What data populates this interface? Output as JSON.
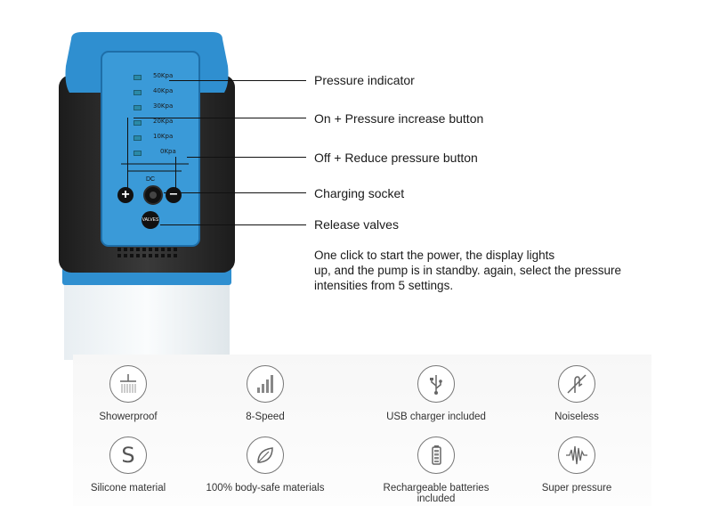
{
  "device": {
    "scale": [
      "50Kpa",
      "40Kpa",
      "30Kpa",
      "20Kpa",
      "10Kpa",
      "0Kpa"
    ],
    "dc_label": "DC",
    "plus_symbol": "+",
    "minus_symbol": "−",
    "valves_label": "VALVES"
  },
  "callouts": [
    "Pressure indicator",
    "On + Pressure increase button",
    "Off + Reduce pressure button",
    "Charging socket",
    "Release valves"
  ],
  "description": [
    "One click to start the power, the display lights",
    "up, and the pump is in standby. again, select the pressure",
    "intensities from 5 settings."
  ],
  "features": [
    {
      "label": "Showerproof",
      "icon": "shower-icon"
    },
    {
      "label": "8-Speed",
      "icon": "speed-bars-icon"
    },
    {
      "label": "USB charger included",
      "icon": "usb-icon"
    },
    {
      "label": "Noiseless",
      "icon": "noiseless-icon"
    },
    {
      "label": "Silicone material",
      "icon": "silicone-s-icon"
    },
    {
      "label": "100% body-safe materials",
      "icon": "leaf-icon"
    },
    {
      "label": "Rechargeable batteries included",
      "icon": "battery-icon"
    },
    {
      "label": "Super pressure",
      "icon": "pressure-wave-icon"
    }
  ],
  "colors": {
    "accent_blue": "#2f8fd0",
    "panel_blue": "#3a9ad8",
    "housing_dark": "#2a2a2a"
  }
}
